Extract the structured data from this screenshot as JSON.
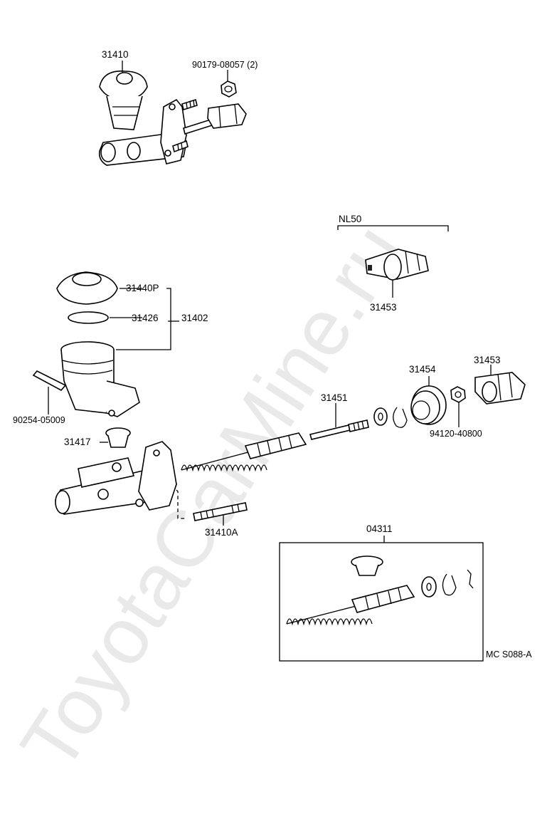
{
  "watermark": "ToyotaCarMine.ru",
  "labels": {
    "assembly": "31410",
    "nut_top": "90179-08057 (2)",
    "group_nl50": "NL50",
    "clevis_nl50": "31453",
    "cap": "31440P",
    "gasket": "31426",
    "reservoir_group": "31402",
    "pin": "90254-05009",
    "plug": "31417",
    "stud": "31410A",
    "push_rod": "31451",
    "boot": "31454",
    "clevis": "31453",
    "nut": "94120-40800",
    "kit": "04311",
    "diagram_code": "MC S088-A"
  }
}
